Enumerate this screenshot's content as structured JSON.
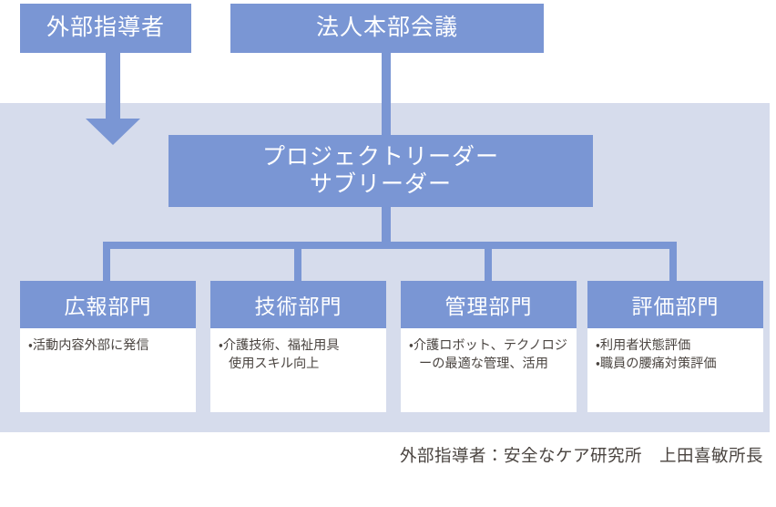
{
  "diagram": {
    "type": "organization-chart",
    "title_boxes": {
      "external_advisor": "外部指導者",
      "hq_meeting": "法人本部会議"
    },
    "leader": {
      "line1": "プロジェクトリーダー",
      "line2": "サブリーダー"
    },
    "departments": [
      {
        "id": "pr",
        "header": "広報部門",
        "items": [
          "・活動内容外部に発信"
        ]
      },
      {
        "id": "tech",
        "header": "技術部門",
        "items": [
          "・介護技術、福祉用具\n使用スキル向上"
        ]
      },
      {
        "id": "admin",
        "header": "管理部門",
        "items": [
          "・介護ロボット、テクノロジーの最適な管理、活用"
        ]
      },
      {
        "id": "eval",
        "header": "評価部門",
        "items": [
          "・利用者状態評価",
          "・職員の腰痛対策評価"
        ]
      }
    ],
    "footnote": "外部指導者：安全なケア研究所　上田喜敏所長",
    "colors": {
      "accent_blue": "#7a96d4",
      "panel_background": "#d6dcec",
      "card_background": "#ffffff",
      "body_text": "#4a4440",
      "header_text": "#ffffff"
    }
  }
}
